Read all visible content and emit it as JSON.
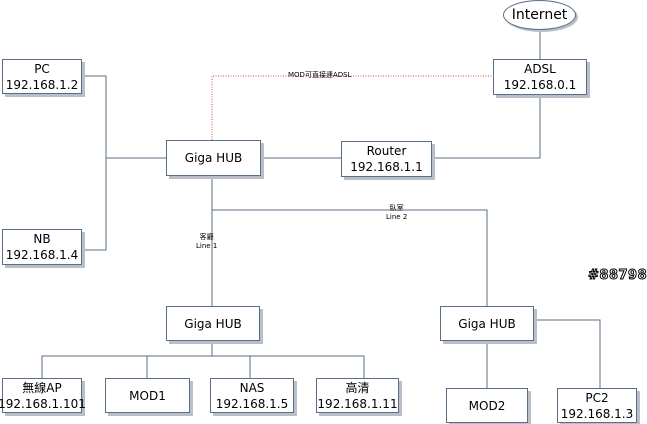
{
  "nodes": {
    "internet": {
      "label": "Internet"
    },
    "pc": {
      "label": "PC",
      "ip": "192.168.1.2"
    },
    "adsl": {
      "label": "ADSL",
      "ip": "192.168.0.1"
    },
    "hub_top": {
      "label": "Giga HUB"
    },
    "router": {
      "label": "Router",
      "ip": "192.168.1.1"
    },
    "nb": {
      "label": "NB",
      "ip": "192.168.1.4"
    },
    "hub_mid": {
      "label": "Giga HUB"
    },
    "hub_right": {
      "label": "Giga HUB"
    },
    "wireless_ap": {
      "label": "無線AP",
      "ip": "192.168.1.101"
    },
    "mod1": {
      "label": "MOD1"
    },
    "nas": {
      "label": "NAS",
      "ip": "192.168.1.5"
    },
    "hd": {
      "label": "高清",
      "ip": "192.168.1.11"
    },
    "mod2": {
      "label": "MOD2"
    },
    "pc2": {
      "label": "PC2",
      "ip": "192.168.1.3"
    }
  },
  "links": {
    "mod_direct_label": "MOD可直接連ADSL",
    "line1_top": "客廳",
    "line1_bottom": "Line 1",
    "line2_top": "臥室",
    "line2_bottom": "Line 2"
  },
  "watermark": "#88798",
  "colors": {
    "wire": "#5a6f86",
    "mod_wire": "#e04a3a"
  }
}
